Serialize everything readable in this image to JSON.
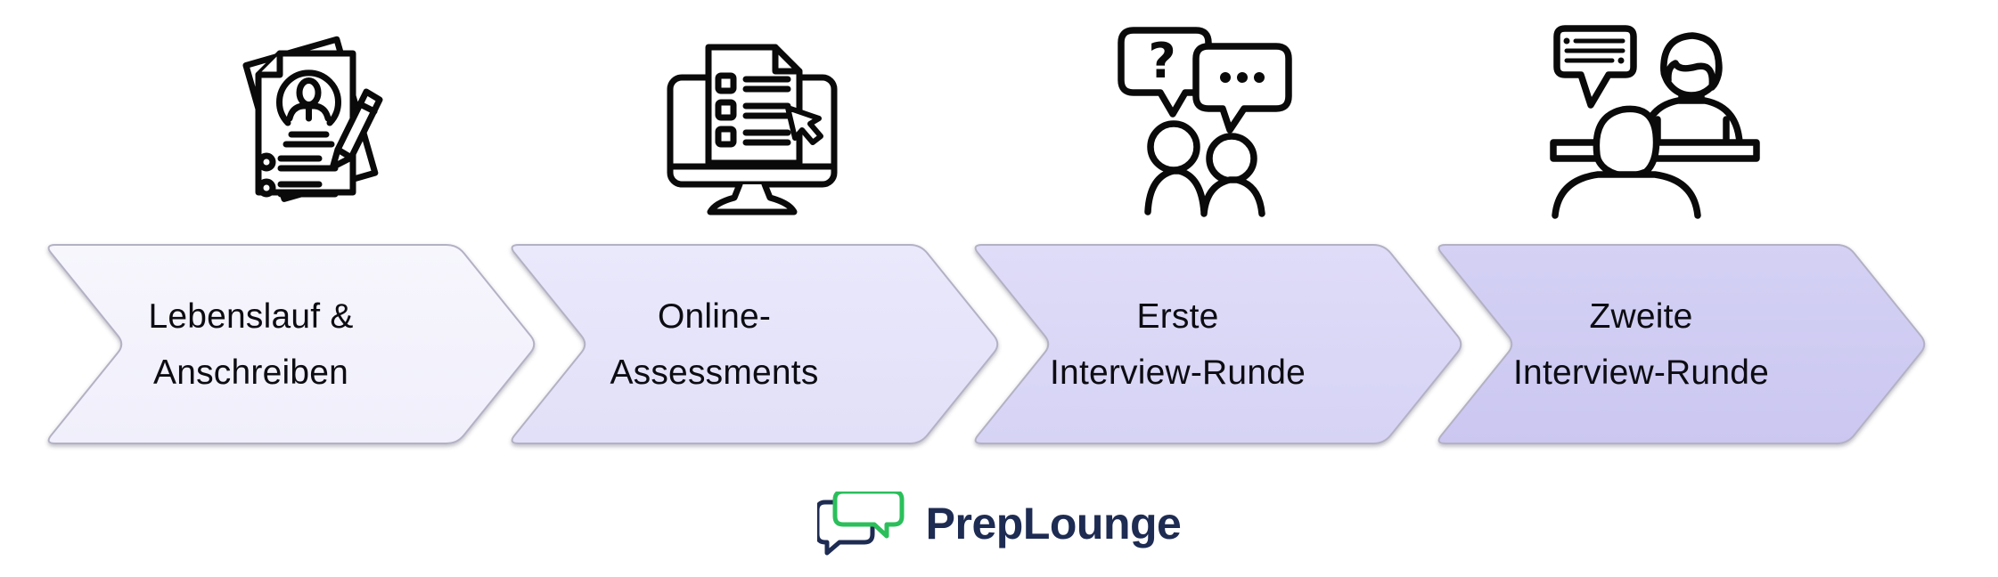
{
  "process": {
    "steps": [
      {
        "label_line1": "Lebenslauf &",
        "label_line2": "Anschreiben",
        "icon": "resume-documents-icon",
        "fill": "#F0EFFB",
        "fill_light": "#F7F6FD"
      },
      {
        "label_line1": "Online-",
        "label_line2": "Assessments",
        "icon": "online-assessment-checklist-icon",
        "fill": "#E2E0F8",
        "fill_light": "#EAE8FB"
      },
      {
        "label_line1": "Erste",
        "label_line2": "Interview-Runde",
        "icon": "interview-chat-bubbles-icon",
        "fill": "#D6D3F5",
        "fill_light": "#DFDCF8"
      },
      {
        "label_line1": "Zweite",
        "label_line2": "Interview-Runde",
        "icon": "panel-interview-icon",
        "fill": "#CBC7F1",
        "fill_light": "#D4D1F4"
      }
    ],
    "border_color": "#B3B1C4",
    "text_color": "#0C0C12"
  },
  "icons": {
    "question_mark": "?"
  },
  "logo": {
    "text": "PrepLounge",
    "text_color": "#1E2B52",
    "bubble_navy": "#1E2B52",
    "bubble_green": "#2BBF5B"
  }
}
